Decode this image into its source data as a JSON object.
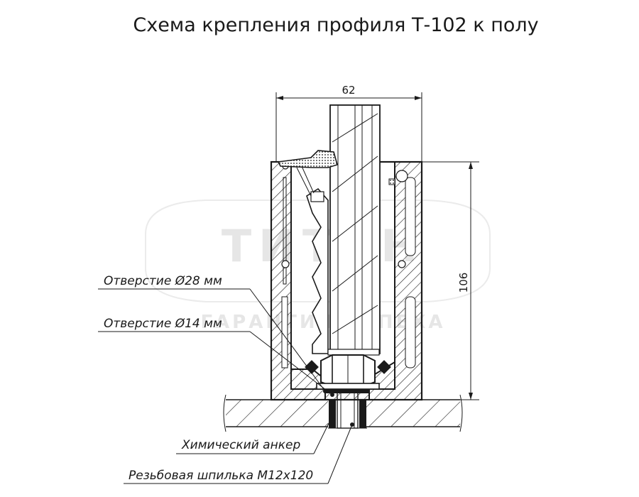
{
  "title": "Схема крепления профиля Т-102 к полу",
  "dimensions": {
    "width": "62",
    "height": "106"
  },
  "labels": {
    "hole_28": "Отверстие  Ø28 мм",
    "hole_14": "Отверстие  Ø14 мм",
    "chemical_anchor": "Химический анкер",
    "threaded_rod": "Резьбовая шпилька М12х120"
  },
  "watermark": {
    "brand": "ТИТАН",
    "line2": "ГАРАНТИЯ УСПЕХА"
  },
  "colors": {
    "line": "#1a1a1a",
    "watermark": "#e6e6e6"
  }
}
